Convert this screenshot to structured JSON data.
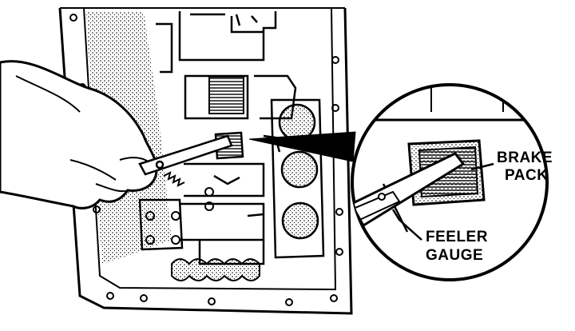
{
  "labels": {
    "brake_pack_line1": "BRAKE",
    "brake_pack_line2": "PACK",
    "feeler_gauge_line1": "FEELER",
    "feeler_gauge_line2": "GAUGE"
  }
}
